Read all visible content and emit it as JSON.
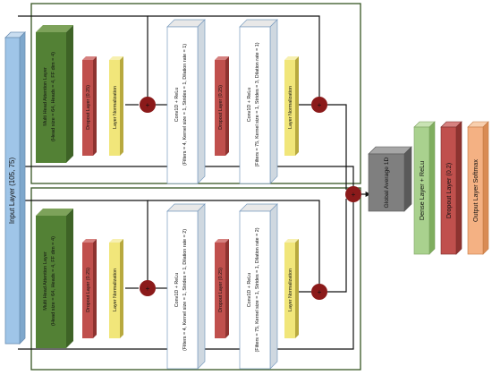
{
  "input_layer": {
    "label": "Input Layer (105, 75)"
  },
  "blocks": [
    {
      "attention": {
        "title": "Multi Head Attention Layer",
        "params": "(Head size = 64, Heads = 4, FF dim = 4)"
      },
      "dropout_1": "Dropout Layer (0.25)",
      "norm_1": "Layer Normalization",
      "conv_1": {
        "title": "Conv1D + ReLu",
        "params": "(Filters = 4, Kernel size = 1, Strides = 1, Dilation rate = 1)"
      },
      "dropout_2": "Dropout Layer (0.25)",
      "conv_2": {
        "title": "Conv1D + ReLu",
        "params": "(Filters = 75, Kernel size = 1, Strides = 3, Dilation rate = 1)"
      },
      "norm_2": "Layer Normalization"
    },
    {
      "attention": {
        "title": "Multi Head Attention Layer",
        "params": "(Head size = 64, Heads = 4, FF dim = 4)"
      },
      "dropout_1": "Dropout Layer (0.25)",
      "norm_1": "Layer Normalization",
      "conv_1": {
        "title": "Conv1D + ReLu",
        "params": "(Filters = 4, Kernel size = 1, Strides = 1, Dilation rate = 2)"
      },
      "dropout_2": "Dropout Layer (0.25)",
      "conv_2": {
        "title": "Conv1D + ReLu",
        "params": "(Filters = 75, Kernel size = 1, Strides = 1, Dilation rate = 2)"
      },
      "norm_2": "Layer Normalization"
    }
  ],
  "pooling": "Global Average 1D",
  "dense": "Dense Layer + ReLu",
  "dropout_final": "Dropout Layer (0.2)",
  "output": "Output Layer Softmax",
  "add_symbol": "+",
  "colors": {
    "input": "#9fc5e8",
    "attention": "#538135",
    "dropout": "#c0504d",
    "norm": "#f1e67a",
    "conv": "#ffffff",
    "pooling": "#7f7f7f",
    "dense": "#a9d18e",
    "output": "#f4b183",
    "frame": "#375623",
    "add": "#8b1a1a"
  }
}
